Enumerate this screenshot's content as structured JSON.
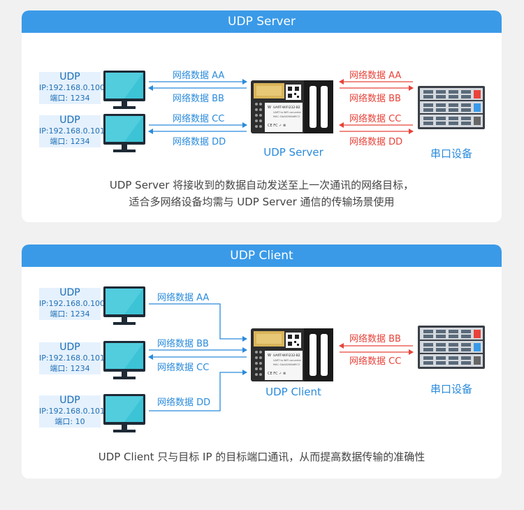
{
  "server_panel": {
    "title": "UDP Server",
    "clients": [
      {
        "title": "UDP",
        "ip": "IP:192.168.0.100",
        "port": "端口: 1234"
      },
      {
        "title": "UDP",
        "ip": "IP:192.168.0.101",
        "port": "端口: 1234"
      }
    ],
    "left_arrows": [
      "网络数据 AA",
      "网络数据 BB",
      "网络数据 CC",
      "网络数据 DD"
    ],
    "right_arrows": [
      "网络数据 AA",
      "网络数据 BB",
      "网络数据 CC",
      "网络数据 DD"
    ],
    "device_label": "UDP Server",
    "serial_label": "串口设备",
    "caption_line1": "UDP Server 将接收到的数据自动发送至上一次通讯的网络目标，",
    "caption_line2": "适合多网络设备均需与 UDP Server 通信的传输场景使用"
  },
  "client_panel": {
    "title": "UDP Client",
    "clients": [
      {
        "title": "UDP",
        "ip": "IP:192.168.0.100",
        "port": "端口: 1234"
      },
      {
        "title": "UDP",
        "ip": "IP:192.168.0.101",
        "port": "端口: 1234"
      },
      {
        "title": "UDP",
        "ip": "IP:192.168.0.101",
        "port": "端口: 10"
      }
    ],
    "left_arrows": [
      "网络数据 AA",
      "网络数据 BB",
      "网络数据 CC",
      "网络数据 DD"
    ],
    "right_arrows": [
      "网络数据 BB",
      "网络数据 CC"
    ],
    "device_label": "UDP Client",
    "serial_label": "串口设备",
    "caption": "UDP Client 只与目标 IP 的目标端口通讯，从而提高数据传输的准确性"
  },
  "module": {
    "model": "UART-WIFI232-B2",
    "desc": "UART to WiFi converter",
    "mac": "MAC: DAA0206A6EC3"
  },
  "colors": {
    "header": "#3a9ae8",
    "blue": "#2a8bdc",
    "red": "#e8433a",
    "label_bg": "#e5f1fd"
  }
}
